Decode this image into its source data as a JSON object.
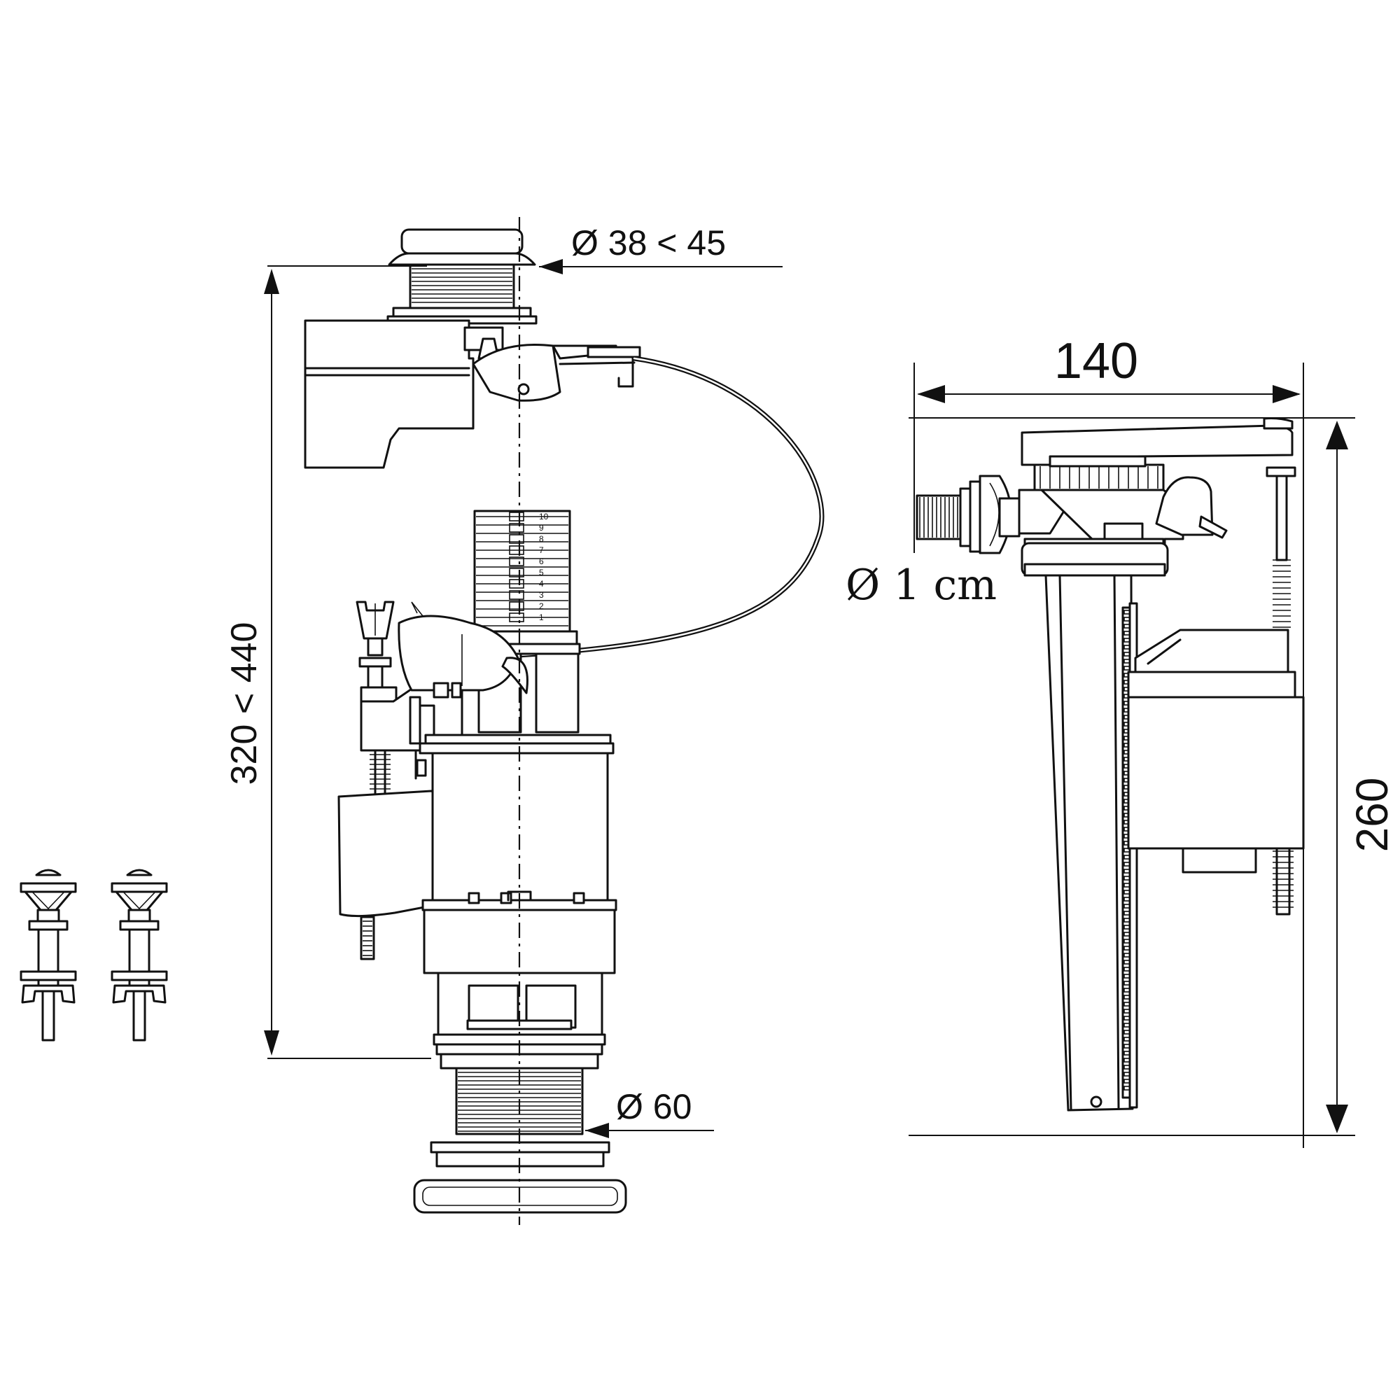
{
  "dimensions": {
    "push_button_diameter": "Ø 38 < 45",
    "flush_valve_height": "320 < 440",
    "outlet_diameter": "Ø 60",
    "fill_valve_width": "140",
    "fill_valve_height": "260",
    "inlet_diameter": "Ø 1 cm"
  },
  "height_scale_marks": [
    "1",
    "2",
    "3",
    "4",
    "5",
    "6",
    "7",
    "8",
    "9",
    "10"
  ]
}
